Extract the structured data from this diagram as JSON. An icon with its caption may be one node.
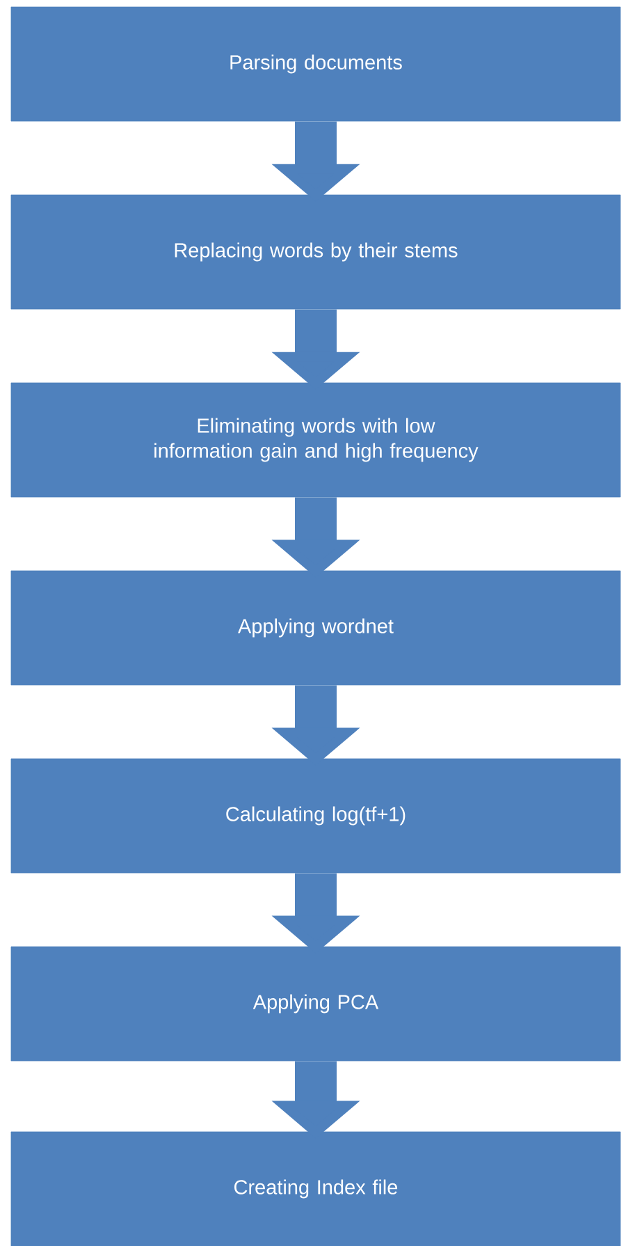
{
  "diagram": {
    "nodes": [
      {
        "text": [
          "Parsing documents"
        ]
      },
      {
        "text": [
          "Replacing words by their stems"
        ]
      },
      {
        "text": [
          "Eliminating words with low information gain and high frequency"
        ]
      },
      {
        "text": [
          "Applying wordnet"
        ]
      },
      {
        "text": [
          "Calculating log(tf+1)"
        ]
      },
      {
        "text": [
          "Applying PCA"
        ]
      },
      {
        "text": [
          "Creating Index file"
        ]
      }
    ],
    "edges": [
      {
        "from": 0,
        "to": 1,
        "arrow": "to"
      },
      {
        "from": 1,
        "to": 2,
        "arrow": "to"
      },
      {
        "from": 2,
        "to": 3,
        "arrow": "to"
      },
      {
        "from": 3,
        "to": 4,
        "arrow": "to"
      },
      {
        "from": 4,
        "to": 5,
        "arrow": "to"
      },
      {
        "from": 5,
        "to": 6,
        "arrow": "to"
      }
    ]
  }
}
